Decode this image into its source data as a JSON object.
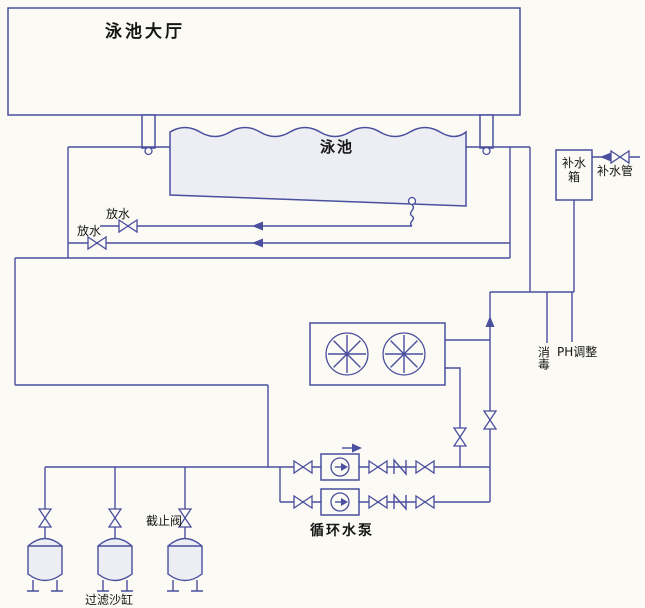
{
  "labels": {
    "pool_hall": "泳池大厅",
    "pool": "泳池",
    "supply_tank": "补水箱",
    "supply_pipe": "补水管",
    "drain_upper": "放水",
    "drain_lower": "放水",
    "disinfection": "消毒",
    "ph_adjustment": "PH调整",
    "circulation_pump": "循环水泵",
    "stop_valve": "截止阀",
    "filter_sand_tank": "过滤沙缸"
  },
  "colors": {
    "line": "#4a4f9e",
    "text": "#161616",
    "background": "#fbfaf4",
    "paper": "#fbfaf4",
    "fill-light": "#eceef4"
  }
}
